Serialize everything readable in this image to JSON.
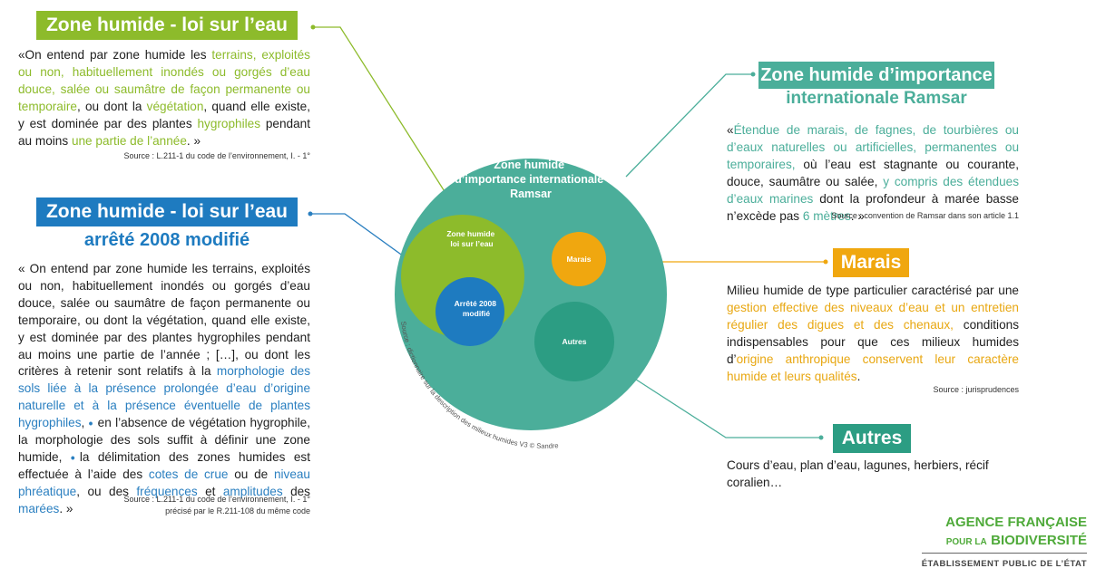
{
  "colors": {
    "green": "#8dbb2b",
    "blue": "#1e7bc0",
    "teal": "#4bae9a",
    "dark_teal": "#2c9d83",
    "orange": "#f0a70f",
    "logo_green": "#4faa3a"
  },
  "box1": {
    "title": "Zone humide - loi sur l’eau",
    "text_parts": [
      "«On entend par zone humide les ",
      "terrains, exploités ou non, habituellement inondés ou gorgés d’eau douce, salée ou saumâtre de façon permanente ou temporaire",
      ", ou dont la ",
      "végétation",
      ", quand elle existe, y est dominée par des plantes ",
      "hygrophiles",
      " pendant au moins ",
      "une partie de l’année",
      ". »"
    ],
    "source": "Source :  L.211-1 du code de l’environnement, I. - 1°"
  },
  "box2": {
    "title": "Zone humide - loi sur l’eau",
    "subtitle": "arrêté 2008 modifié",
    "text_plain": "« On entend par zone humide les terrains, exploités ou non, habituellement inondés ou gorgés d’eau douce, salée ou saumâtre de façon permanente ou temporaire, ou dont la végétation, quand elle existe, y est dominée par des plantes hygrophiles pendant au moins une partie de l’année ; […], ou dont les critères à retenir sont relatifs à la ",
    "text_blue": "morphologie des sols liée à la présence prolongée d’eau d’origine naturelle et à la présence éventuelle de plantes hygrophiles",
    "text_after": ",",
    "bullet1": "en l’absence de végétation hygrophile, la morphologie des sols suffit à définir une zone humide,",
    "bullet2_parts": [
      "la délimitation des zones humides est effectuée à l’aide des ",
      "cotes de crue",
      " ou de ",
      "niveau phréatique",
      ", ou des ",
      "fréquences",
      " et ",
      "amplitudes",
      " des ",
      "marées",
      ". »"
    ],
    "source_line1": "Source :  L.211-1 du code de l’environnement, I. - 1°",
    "source_line2": "précisé par le R.211-108 du même code"
  },
  "box3": {
    "title_line1": "Zone humide d’importance",
    "title_line2": "internationale Ramsar",
    "text_parts": [
      "«",
      "Étendue de marais, de fagnes, de tourbières ou d’eaux naturelles ou artificielles, permanentes ou temporaires,",
      " où l’eau est stagnante ou courante, douce, saumâtre ou salée, ",
      "y compris des étendues d’eaux marines",
      " dont la profondeur à marée basse n’excède pas ",
      "6 mètres",
      ". »"
    ],
    "source": "Source : convention de Ramsar dans son article 1.1"
  },
  "box4": {
    "title": "Marais",
    "text_parts": [
      "Milieu humide de type particulier caractérisé par une ",
      "gestion effective des niveaux d’eau et un entretien régulier des digues et des chenaux,",
      " conditions indispensables pour que ces milieux humides d’",
      "origine anthropique conservent leur caractère humide et leurs qualités",
      "."
    ],
    "source": "Source : jurisprudences"
  },
  "box5": {
    "title": "Autres",
    "text": "Cours d’eau, plan d’eau, lagunes, herbiers, récif coralien…"
  },
  "diagram": {
    "big_label_line1": "Zone humide",
    "big_label_line2": "d’importance internationale",
    "big_label_line3": "Ramsar",
    "green_label_line1": "Zone humide",
    "green_label_line2": "loi sur l’eau",
    "blue_label_line1": "Arrêté 2008",
    "blue_label_line2": "modifié",
    "marais_label": "Marais",
    "autres_label": "Autres",
    "curved_source": "Source : dictionnaire sur la description des milieux humides V3 © Sandre"
  },
  "logo": {
    "line1": "AGENCE FRANÇAISE",
    "line2_small": "POUR LA",
    "line2_big": "BIODIVERSITÉ",
    "line3": "ÉTABLISSEMENT PUBLIC DE L’ÉTAT"
  }
}
